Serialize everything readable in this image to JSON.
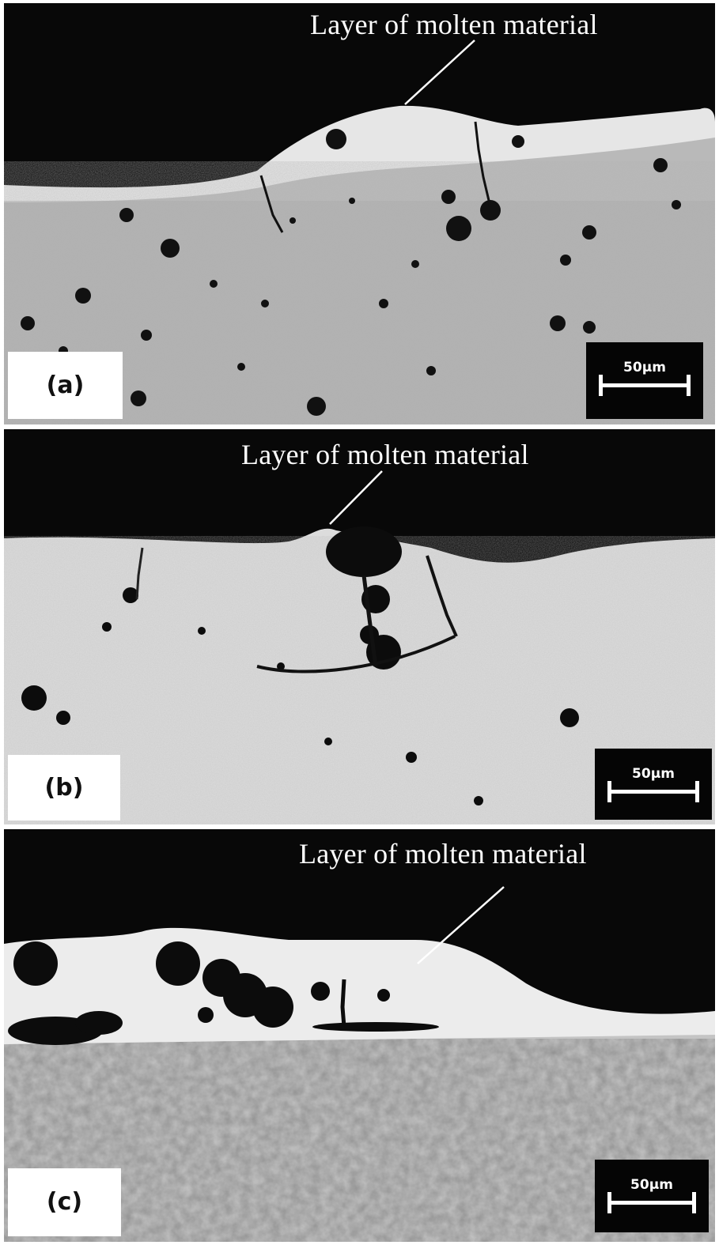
{
  "panels": [
    {
      "label": "(a)",
      "annotation": "Layer of molten material",
      "scale_bar": "50µm"
    },
    {
      "label": "(b)",
      "annotation": "Layer of molten material",
      "scale_bar": "50µm"
    },
    {
      "label": "(c)",
      "annotation": "Layer of molten material",
      "scale_bar": "50µm"
    }
  ]
}
